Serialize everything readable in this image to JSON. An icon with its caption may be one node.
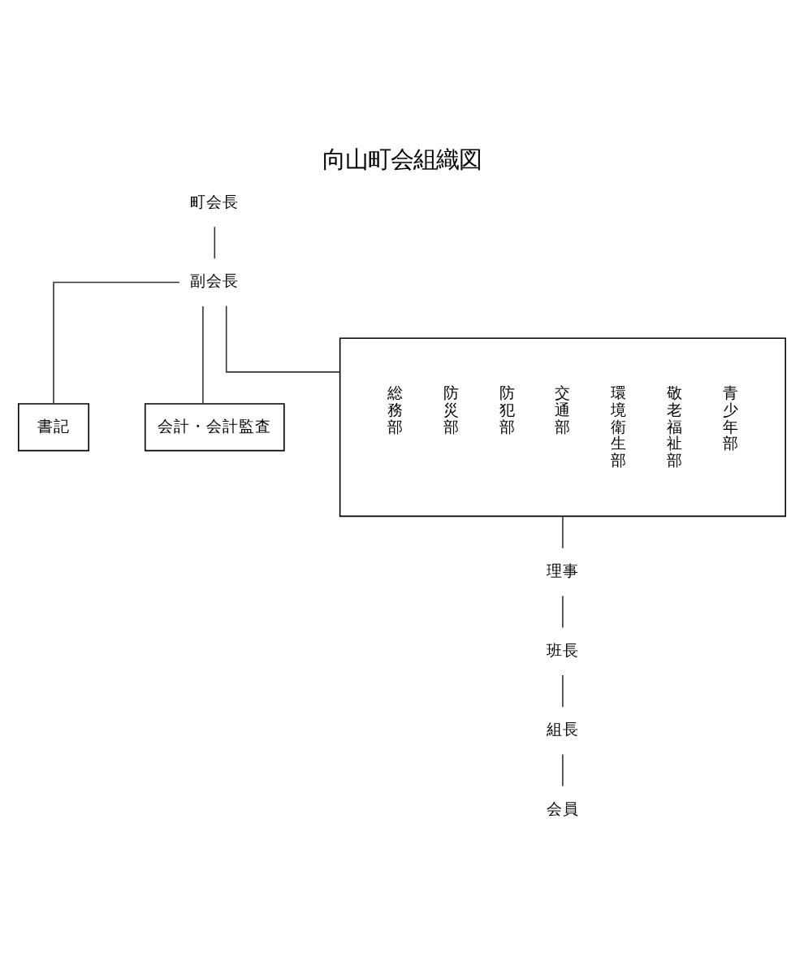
{
  "diagram": {
    "title": "向山町会組織図",
    "nodes": [
      {
        "text": [
          "町会長"
        ]
      },
      {
        "text": [
          "副会長"
        ]
      },
      {
        "text": [
          "書記"
        ]
      },
      {
        "text": [
          "会計・会計監査"
        ]
      },
      {
        "text": [
          "総務部",
          "防災部",
          "防犯部",
          "交通部",
          "環境衛生部",
          "敬老福祉部",
          "青少年部"
        ]
      },
      {
        "text": [
          "理事"
        ]
      },
      {
        "text": [
          "班長"
        ]
      },
      {
        "text": [
          "組長"
        ]
      },
      {
        "text": [
          "会員"
        ]
      }
    ],
    "edges": [
      {
        "from": 0,
        "to": 1,
        "arrow": "none"
      },
      {
        "from": 1,
        "to": 2,
        "arrow": "none"
      },
      {
        "from": 1,
        "to": 3,
        "arrow": "none"
      },
      {
        "from": 1,
        "to": 4,
        "arrow": "none"
      },
      {
        "from": 4,
        "to": 5,
        "arrow": "none"
      },
      {
        "from": 5,
        "to": 6,
        "arrow": "none"
      },
      {
        "from": 6,
        "to": 7,
        "arrow": "none"
      },
      {
        "from": 7,
        "to": 8,
        "arrow": "none"
      }
    ]
  }
}
